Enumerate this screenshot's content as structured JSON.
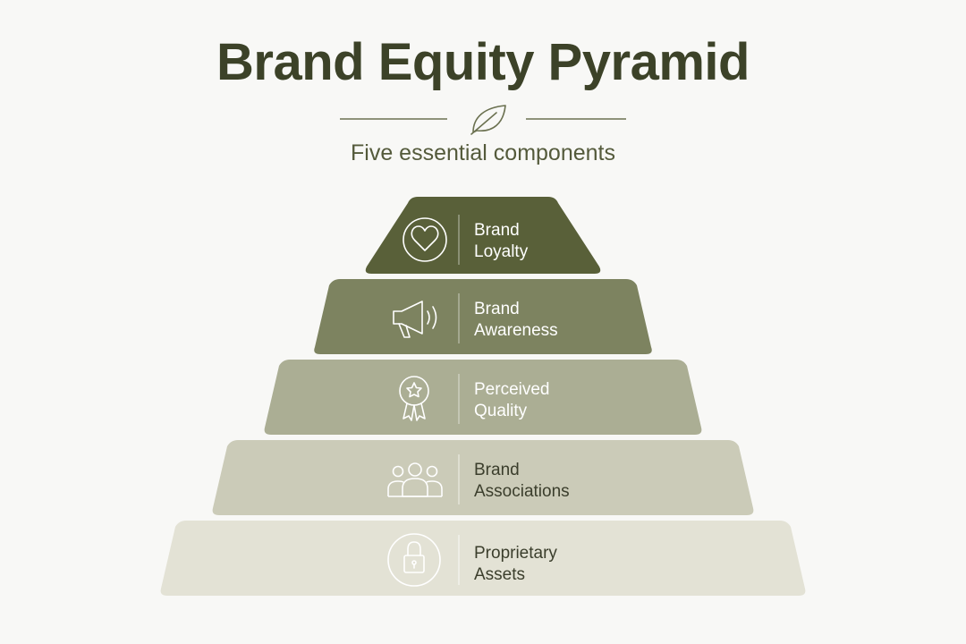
{
  "header": {
    "title": "Brand Equity Pyramid",
    "subtitle": "Five essential components"
  },
  "levels": [
    {
      "line1": "Brand",
      "line2": "Loyalty",
      "icon": "heart-icon",
      "fill": "#596039",
      "text_color": "#ffffff"
    },
    {
      "line1": "Brand",
      "line2": "Awareness",
      "icon": "megaphone-icon",
      "fill": "#7d8360",
      "text_color": "#ffffff"
    },
    {
      "line1": "Perceived",
      "line2": "Quality",
      "icon": "award-ribbon-icon",
      "fill": "#abae94",
      "text_color": "#ffffff"
    },
    {
      "line1": "Brand",
      "line2": "Associations",
      "icon": "people-group-icon",
      "fill": "#cbcbb8",
      "text_color": "#3b3e2c"
    },
    {
      "line1": "Proprietary",
      "line2": "Assets",
      "icon": "lock-icon",
      "fill": "#e3e2d5",
      "text_color": "#3b3e2c"
    }
  ],
  "colors": {
    "background": "#f8f8f6",
    "title": "#3c4228",
    "accent": "#6b7150"
  }
}
